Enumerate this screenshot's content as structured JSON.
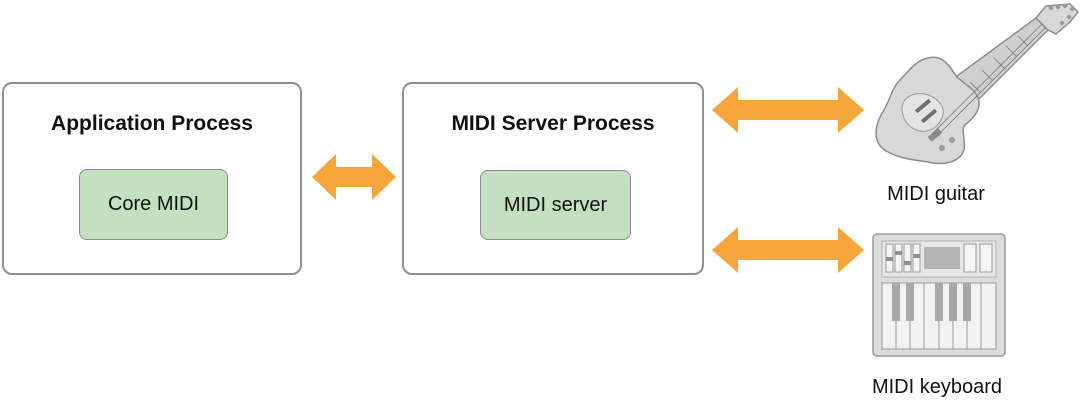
{
  "application_process": {
    "title": "Application Process",
    "component": "Core MIDI"
  },
  "midi_server_process": {
    "title": "MIDI Server Process",
    "component": "MIDI server"
  },
  "devices": {
    "guitar": {
      "label": "MIDI guitar",
      "icon": "guitar-icon"
    },
    "keyboard": {
      "label": "MIDI keyboard",
      "icon": "keyboard-icon"
    }
  },
  "colors": {
    "arrow": "#f5a63a",
    "component_fill": "#c4e0c3",
    "box_border": "#8f8f8f",
    "device_gray": "#d8d8d8"
  }
}
